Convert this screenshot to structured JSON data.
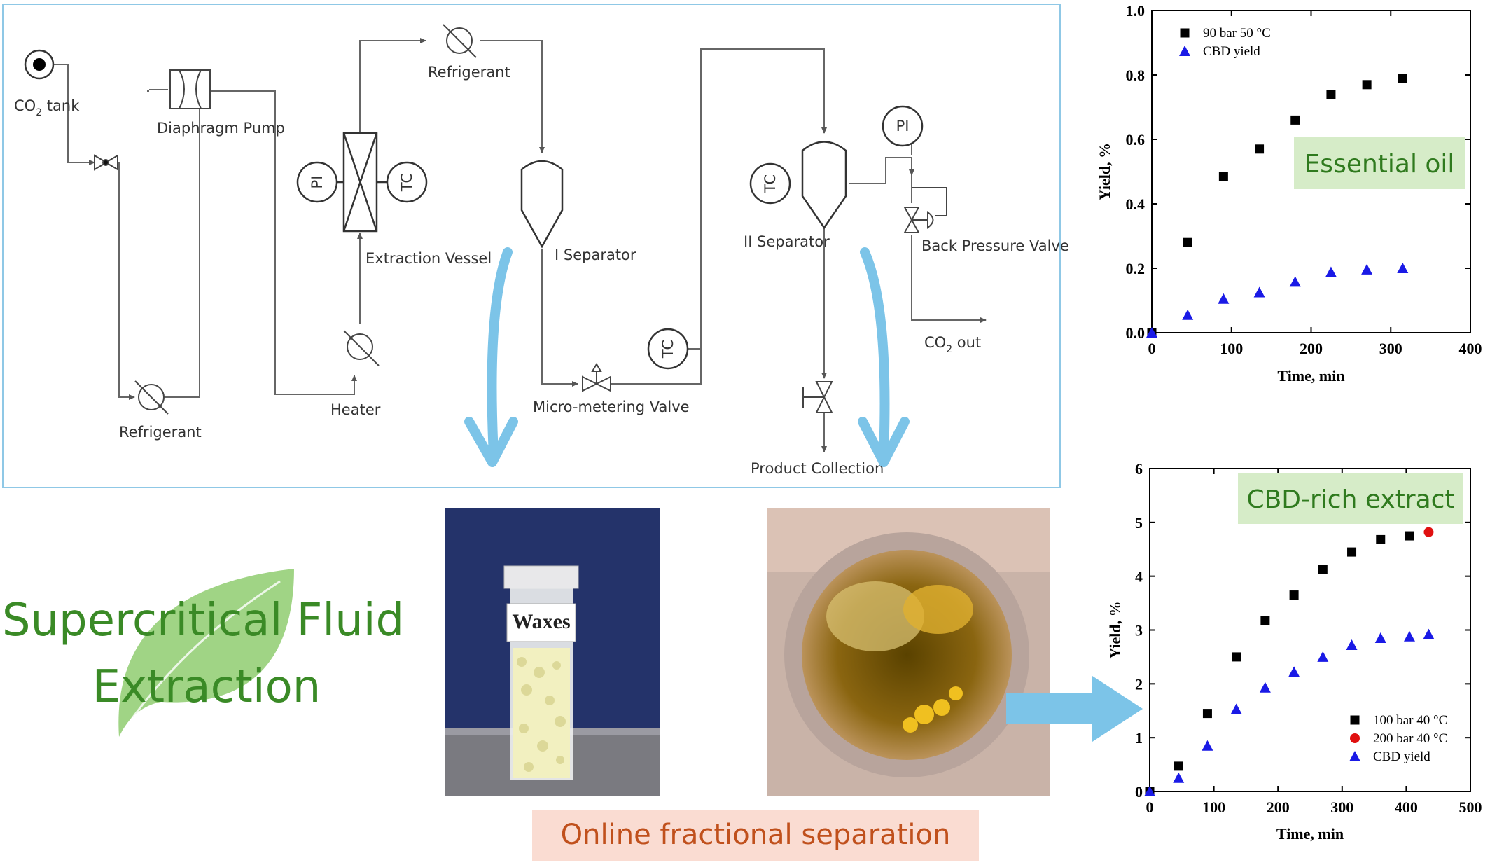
{
  "diagram": {
    "labels": {
      "co2_tank": "CO",
      "co2_tank_sub": "2",
      "co2_tank_suffix": " tank",
      "diaphragm_pump": "Diaphragm Pump",
      "refrigerant_top": "Refrigerant",
      "refrigerant_bottom": "Refrigerant",
      "extraction_vessel": "Extraction Vessel",
      "heater": "Heater",
      "separator_1": "I Separator",
      "separator_2": "II Separator",
      "micro_metering_valve": "Micro-metering Valve",
      "back_pressure_valve": "Back Pressure Valve",
      "co2_out": "CO",
      "co2_out_sub": "2",
      "co2_out_suffix": "  out",
      "product_collection": "Product Collection",
      "pi_1": "PI",
      "tc_1": "TC",
      "pi_2": "PI",
      "tc_2": "TC",
      "tc_3": "TC"
    },
    "title_line1": "Supercritical Fluid",
    "title_line2": "Extraction",
    "photo_label": "Waxes",
    "caption": "Online fractional separation",
    "colors": {
      "flow_arrow": "#7cc4e8",
      "title_green": "#3a8a26",
      "leaf": "#8fcc70",
      "caption_bg": "#fadcd2",
      "caption_text": "#c0501c",
      "badge_bg": "#d6ecc8",
      "badge_text": "#2f7a1e"
    }
  },
  "chart_data": [
    {
      "type": "scatter",
      "badge": "Essential oil",
      "xlabel": "Time, min",
      "ylabel": "Yield, %",
      "xlim": [
        0,
        400
      ],
      "ylim": [
        0,
        1.0
      ],
      "xticks": [
        "0",
        "100",
        "200",
        "300",
        "400"
      ],
      "yticks": [
        "0.0",
        "0.2",
        "0.4",
        "0.6",
        "0.8",
        "1.0"
      ],
      "legend_position": "top-left",
      "series": [
        {
          "name": "90 bar 50 °C",
          "marker": "square",
          "color": "#000000",
          "x": [
            0,
            45,
            90,
            135,
            180,
            225,
            270,
            315
          ],
          "y": [
            0,
            0.28,
            0.485,
            0.57,
            0.66,
            0.74,
            0.77,
            0.79
          ]
        },
        {
          "name": "CBD yield",
          "marker": "triangle",
          "color": "#1a1ae6",
          "x": [
            0,
            45,
            90,
            135,
            180,
            225,
            270,
            315
          ],
          "y": [
            0,
            0.055,
            0.105,
            0.125,
            0.158,
            0.188,
            0.196,
            0.2
          ]
        }
      ]
    },
    {
      "type": "scatter",
      "badge": "CBD-rich extract",
      "xlabel": "Time, min",
      "ylabel": "Yield, %",
      "xlim": [
        0,
        500
      ],
      "ylim": [
        0,
        6
      ],
      "xticks": [
        "0",
        "100",
        "200",
        "300",
        "400",
        "500"
      ],
      "yticks": [
        "0",
        "1",
        "2",
        "3",
        "4",
        "5",
        "6"
      ],
      "legend_position": "bottom-right",
      "series": [
        {
          "name": "100 bar 40 °C",
          "marker": "square",
          "color": "#000000",
          "x": [
            0,
            45,
            90,
            135,
            180,
            225,
            270,
            315,
            360,
            405
          ],
          "y": [
            0,
            0.47,
            1.45,
            2.5,
            3.18,
            3.65,
            4.12,
            4.45,
            4.68,
            4.75
          ]
        },
        {
          "name": "200 bar 40 °C",
          "marker": "circle",
          "color": "#e01010",
          "x": [
            435
          ],
          "y": [
            4.82
          ]
        },
        {
          "name": "CBD yield",
          "marker": "triangle",
          "color": "#1a1ae6",
          "x": [
            0,
            45,
            90,
            135,
            180,
            225,
            270,
            315,
            360,
            405,
            435
          ],
          "y": [
            0,
            0.25,
            0.85,
            1.53,
            1.93,
            2.22,
            2.5,
            2.72,
            2.85,
            2.88,
            2.92
          ]
        }
      ]
    }
  ]
}
